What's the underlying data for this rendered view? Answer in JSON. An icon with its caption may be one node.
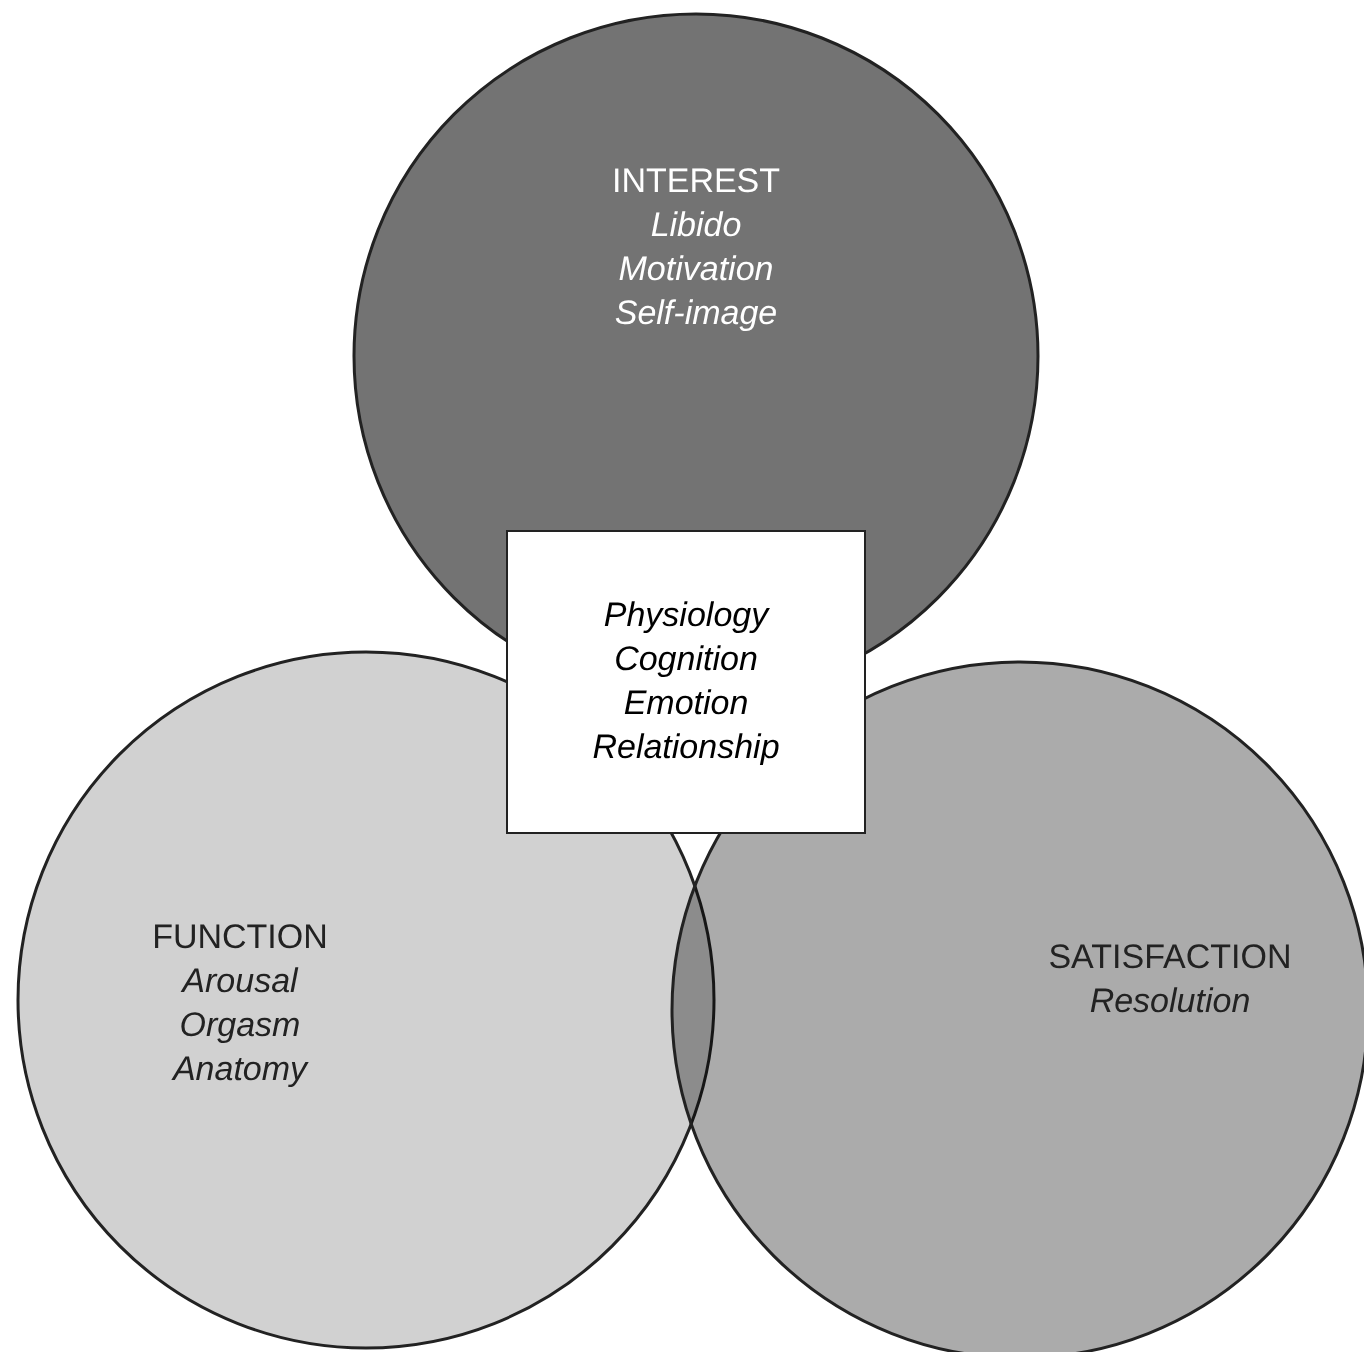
{
  "diagram": {
    "nodes": [
      {
        "text": [
          "INTEREST",
          "Libido Motivation Self-image"
        ]
      },
      {
        "text": [
          "FUNCTION",
          "Arousal Orgasm Anatomy"
        ]
      },
      {
        "text": [
          "SATISFACTION",
          "Resolution"
        ]
      },
      {
        "text": [
          "Physiology Cognition Emotion Relationship"
        ]
      }
    ]
  }
}
